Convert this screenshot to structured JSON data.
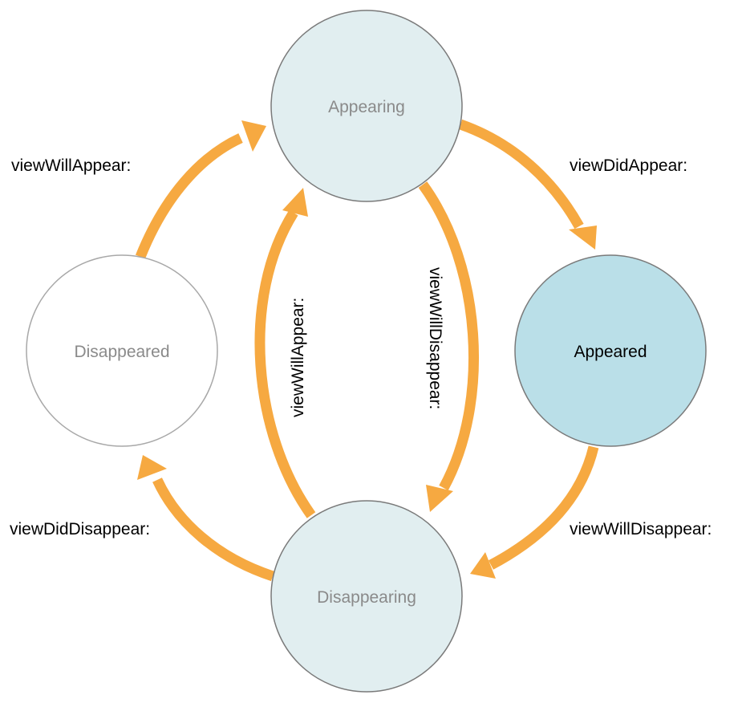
{
  "states": {
    "appearing": {
      "label": "Appearing"
    },
    "appeared": {
      "label": "Appeared"
    },
    "disappearing": {
      "label": "Disappearing"
    },
    "disappeared": {
      "label": "Disappeared"
    }
  },
  "transitions": {
    "disappeared_to_appearing": {
      "label": "viewWillAppear:"
    },
    "appearing_to_appeared": {
      "label": "viewDidAppear:"
    },
    "appeared_to_disappearing": {
      "label": "viewWillDisappear:"
    },
    "disappearing_to_disappeared": {
      "label": "viewDidDisappear:"
    },
    "disappearing_to_appearing": {
      "label": "viewWillAppear:"
    },
    "appearing_to_disappearing": {
      "label": "viewWillDisappear:"
    }
  },
  "colors": {
    "arrow": "#f6a941",
    "transient_fill": "#e1eef0",
    "active_fill": "#badfe8",
    "idle_fill": "#ffffff",
    "circle_stroke": "#7a7a7a",
    "idle_stroke": "#a8a8a8",
    "muted_text": "#8a8a8a",
    "active_text": "#000000"
  }
}
